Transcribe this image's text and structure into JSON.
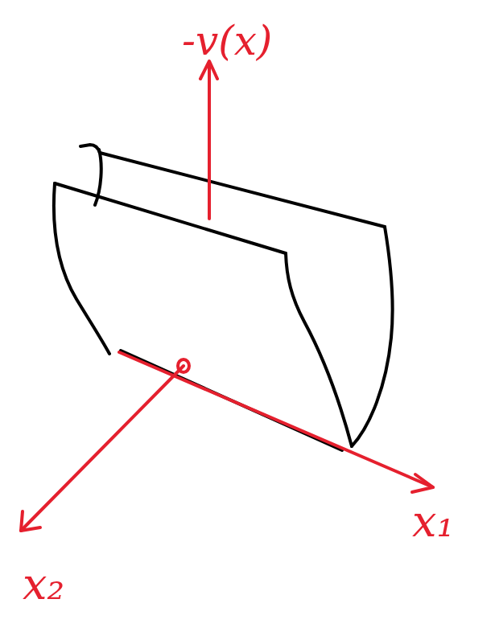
{
  "diagram": {
    "labels": [
      "-v(x)",
      "x₁",
      "x₂"
    ]
  }
}
